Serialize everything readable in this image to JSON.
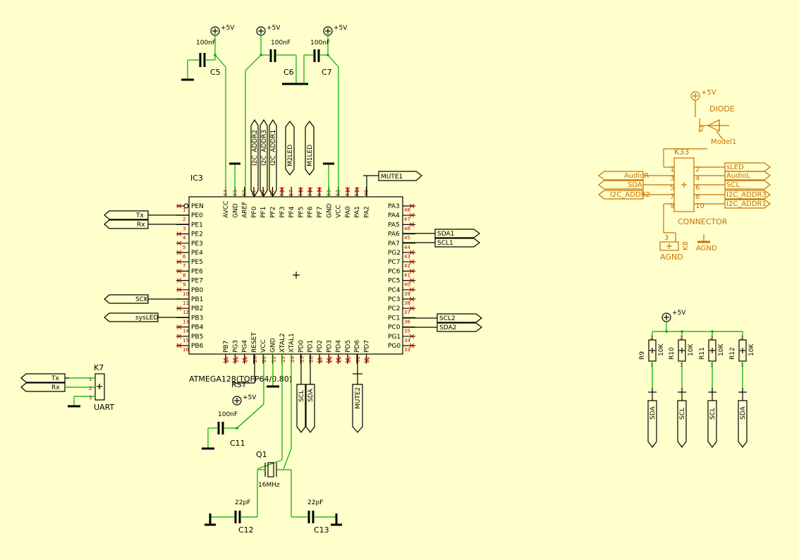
{
  "chip": {
    "ref": "IC3",
    "part": "ATMEGA128(TQFP64/0.80)",
    "left_pins": [
      {
        "name": "PEN",
        "num": "1"
      },
      {
        "name": "PE0",
        "num": "2"
      },
      {
        "name": "PE1",
        "num": "3"
      },
      {
        "name": "PE2",
        "num": "4"
      },
      {
        "name": "PE3",
        "num": "5"
      },
      {
        "name": "PE4",
        "num": "6"
      },
      {
        "name": "PE5",
        "num": "7"
      },
      {
        "name": "PE6",
        "num": "8"
      },
      {
        "name": "PE7",
        "num": "9"
      },
      {
        "name": "PB0",
        "num": "10"
      },
      {
        "name": "PB1",
        "num": "11"
      },
      {
        "name": "PB2",
        "num": "12"
      },
      {
        "name": "PB3",
        "num": "13"
      },
      {
        "name": "PB4",
        "num": "14"
      },
      {
        "name": "PB5",
        "num": "15"
      },
      {
        "name": "PB6",
        "num": "16"
      }
    ],
    "right_pins": [
      {
        "name": "PA3",
        "num": "48"
      },
      {
        "name": "PA4",
        "num": "47"
      },
      {
        "name": "PA5",
        "num": "46"
      },
      {
        "name": "PA6",
        "num": "45"
      },
      {
        "name": "PA7",
        "num": "44"
      },
      {
        "name": "PG2",
        "num": "43"
      },
      {
        "name": "PC7",
        "num": "42"
      },
      {
        "name": "PC6",
        "num": "41"
      },
      {
        "name": "PC5",
        "num": "40"
      },
      {
        "name": "PC4",
        "num": "39"
      },
      {
        "name": "PC3",
        "num": "38"
      },
      {
        "name": "PC2",
        "num": "37"
      },
      {
        "name": "PC1",
        "num": "36"
      },
      {
        "name": "PC0",
        "num": "35"
      },
      {
        "name": "PG1",
        "num": "34"
      },
      {
        "name": "PG0",
        "num": "33"
      }
    ],
    "top_pins": [
      {
        "name": "AVCC",
        "num": "64"
      },
      {
        "name": "GND",
        "num": "63"
      },
      {
        "name": "AREF",
        "num": "62"
      },
      {
        "name": "PF0",
        "num": "61"
      },
      {
        "name": "PF1",
        "num": "60"
      },
      {
        "name": "PF2",
        "num": "59"
      },
      {
        "name": "PF3",
        "num": "58"
      },
      {
        "name": "PF4",
        "num": "57"
      },
      {
        "name": "PF5",
        "num": "56"
      },
      {
        "name": "PF6",
        "num": "55"
      },
      {
        "name": "PF7",
        "num": "54"
      },
      {
        "name": "GND",
        "num": "53"
      },
      {
        "name": "VCC",
        "num": "52"
      },
      {
        "name": "PA0",
        "num": "51"
      },
      {
        "name": "PA1",
        "num": "50"
      },
      {
        "name": "PA2",
        "num": "49"
      }
    ],
    "bottom_pins": [
      {
        "name": "PB7",
        "num": "17"
      },
      {
        "name": "PG3",
        "num": "18"
      },
      {
        "name": "PG4",
        "num": "19"
      },
      {
        "name": "RESET",
        "num": "20"
      },
      {
        "name": "VCC",
        "num": "21"
      },
      {
        "name": "GND",
        "num": "22"
      },
      {
        "name": "XTAL2",
        "num": "23"
      },
      {
        "name": "XTAL1",
        "num": "24"
      },
      {
        "name": "PD0",
        "num": "25"
      },
      {
        "name": "PD1",
        "num": "26"
      },
      {
        "name": "PD2",
        "num": "27"
      },
      {
        "name": "PD3",
        "num": "28"
      },
      {
        "name": "PD4",
        "num": "29"
      },
      {
        "name": "PD5",
        "num": "30"
      },
      {
        "name": "PD6",
        "num": "31"
      },
      {
        "name": "PD7",
        "num": "32"
      }
    ]
  },
  "labels": {
    "vcc": "+5V",
    "c5_ref": "C5",
    "c5_val": "100nF",
    "c6_ref": "C6",
    "c6_val": "100nF",
    "c7_ref": "C7",
    "c7_val": "100nF",
    "c11_ref": "C11",
    "c11_val": "100nF",
    "c12_ref": "C12",
    "c12_val": "22pF",
    "c13_ref": "C13",
    "c13_val": "22pF",
    "q1_ref": "Q1",
    "q1_val": "16MHz",
    "rst": "RST",
    "k7_ref": "K7",
    "k7_name": "UART",
    "tx": "Tx",
    "rx": "Rx",
    "sck": "SCK",
    "sysled": "sysLED",
    "sda1": "SDA1",
    "scl1": "SCL1",
    "scl2": "SCL2",
    "sda2": "SDA2",
    "mute1": "MUTE1",
    "mute2": "MUTE2",
    "i2c_addr2": "I2C_ADDR2",
    "i2c_addr3": "I2C_ADDR3",
    "i2c_addr1": "I2C_ADDR1",
    "m2led": "M2LED",
    "m1led": "M1LED",
    "scl": "SCL",
    "sda": "SDA"
  },
  "orange": {
    "diode": "DIODE",
    "model": "Model1",
    "k33_ref": "K33",
    "k33_name": "CONNECTOR",
    "k8_ref": "K8",
    "agnd": "AGND",
    "audior": "AudioR",
    "audiol": "AudioL",
    "sda": "SDA",
    "scl": "SCL",
    "sled": "sLED",
    "i2c_addr2": "I2C_ADDR2",
    "i2c_addr3": "I2C_ADDR3",
    "i2c_addr1": "I2C_ADDR1"
  },
  "resistors": [
    {
      "ref": "R9",
      "val": "10K",
      "net": "SDA"
    },
    {
      "ref": "R10",
      "val": "10K",
      "net": "SCL"
    },
    {
      "ref": "R11",
      "val": "10K",
      "net": "SCL"
    },
    {
      "ref": "R12",
      "val": "10K",
      "net": "SDA"
    }
  ]
}
